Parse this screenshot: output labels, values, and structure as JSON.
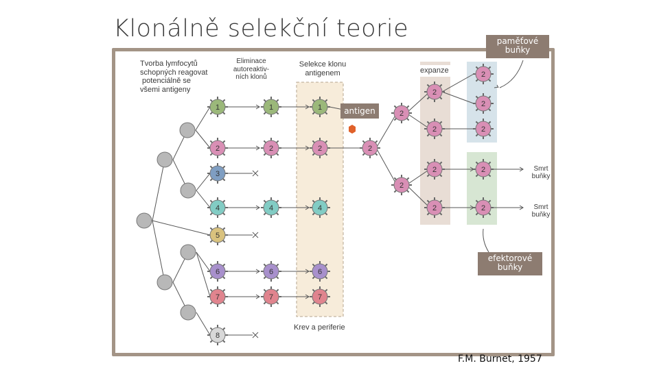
{
  "title": "Klonálně selekční teorie",
  "labels": {
    "formation": "Tvorba lymfocytů\nschopných reagovat\n potenciálně se\nvšemi antigeny",
    "elimination": "Eliminace\nautoreaktiv-\nních klonů",
    "selection": "Selekce klonu\nantigenem",
    "expansion": "expanze",
    "blood": "Krev a periferie",
    "antigen": "antigen",
    "memory": "paměťové\nbuňky",
    "effector": "efektorové\nbuňky",
    "cell_death": "Smrt\nbuňky",
    "citation": "F.M. Burnet, 1957"
  },
  "clones": [
    {
      "n": "1",
      "color": "#9bb87a"
    },
    {
      "n": "2",
      "color": "#d98fb5"
    },
    {
      "n": "3",
      "color": "#7f9ec2"
    },
    {
      "n": "4",
      "color": "#82ccc4"
    },
    {
      "n": "5",
      "color": "#d9c27e"
    },
    {
      "n": "6",
      "color": "#a890cc"
    },
    {
      "n": "7",
      "color": "#e0848e"
    },
    {
      "n": "8",
      "color": "#d8d8d8"
    }
  ],
  "colors": {
    "frame": "#a39486",
    "tag": "#8d7c71",
    "selection_band": "#f7ecda",
    "expansion_band": "#e8ddd5",
    "memory_band": "#d6e3ea",
    "effector_band": "#d7e6d3",
    "antigen": "#e0612a",
    "stem_cell": "#b8b8b8"
  }
}
